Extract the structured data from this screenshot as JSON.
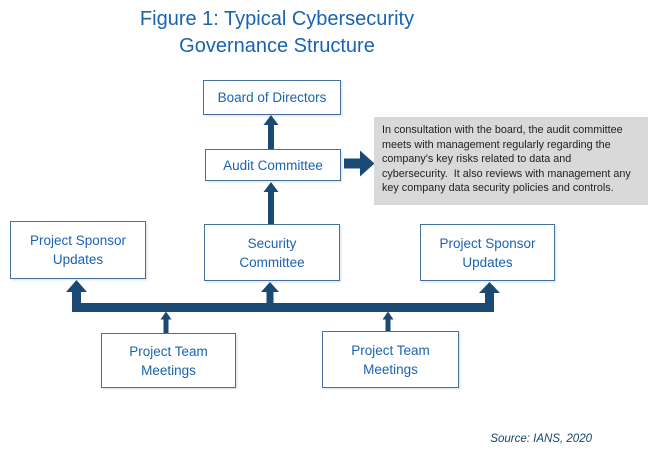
{
  "figure": {
    "title_line1": "Figure 1: Typical Cybersecurity",
    "title_line2": "Governance Structure",
    "source": "Source: IANS, 2020"
  },
  "nodes": {
    "board": {
      "label": "Board of Directors"
    },
    "audit": {
      "label": "Audit Committee"
    },
    "security": {
      "label": "Security\nCommittee"
    },
    "sponsor_left": {
      "label": "Project Sponsor\nUpdates"
    },
    "sponsor_right": {
      "label": "Project Sponsor\nUpdates"
    },
    "team_left": {
      "label": "Project Team\nMeetings"
    },
    "team_right": {
      "label": "Project Team\nMeetings"
    }
  },
  "annotation": {
    "text": "In consultation with the board, the audit committee\nmeets with management regularly regarding the\ncompany's key risks related to data and\ncybersecurity.  It also reviews with management any\nkey company data security policies and controls."
  },
  "edges": [
    {
      "from": "Audit Committee",
      "to": "Board of Directors",
      "style": "arrow-up"
    },
    {
      "from": "Security Committee",
      "to": "Audit Committee",
      "style": "arrow-up"
    },
    {
      "from": "reporting-bar",
      "to": "Project Sponsor Updates (left)",
      "style": "arrow-up"
    },
    {
      "from": "reporting-bar",
      "to": "Security Committee",
      "style": "arrow-up"
    },
    {
      "from": "reporting-bar",
      "to": "Project Sponsor Updates (right)",
      "style": "arrow-up"
    },
    {
      "from": "Project Team Meetings (left)",
      "to": "reporting-bar",
      "style": "arrow-up"
    },
    {
      "from": "Project Team Meetings (right)",
      "to": "reporting-bar",
      "style": "arrow-up"
    },
    {
      "from": "Audit Committee",
      "to": "annotation",
      "style": "block-arrow-right"
    }
  ],
  "colors": {
    "title_text": "#1A63B2",
    "node_text": "#1A63B2",
    "node_border": "#44719E",
    "connector": "#1A4A73",
    "annotation_bg": "#D9D9D9",
    "annotation_text": "#1F1F1F",
    "source_text": "#17456E"
  }
}
